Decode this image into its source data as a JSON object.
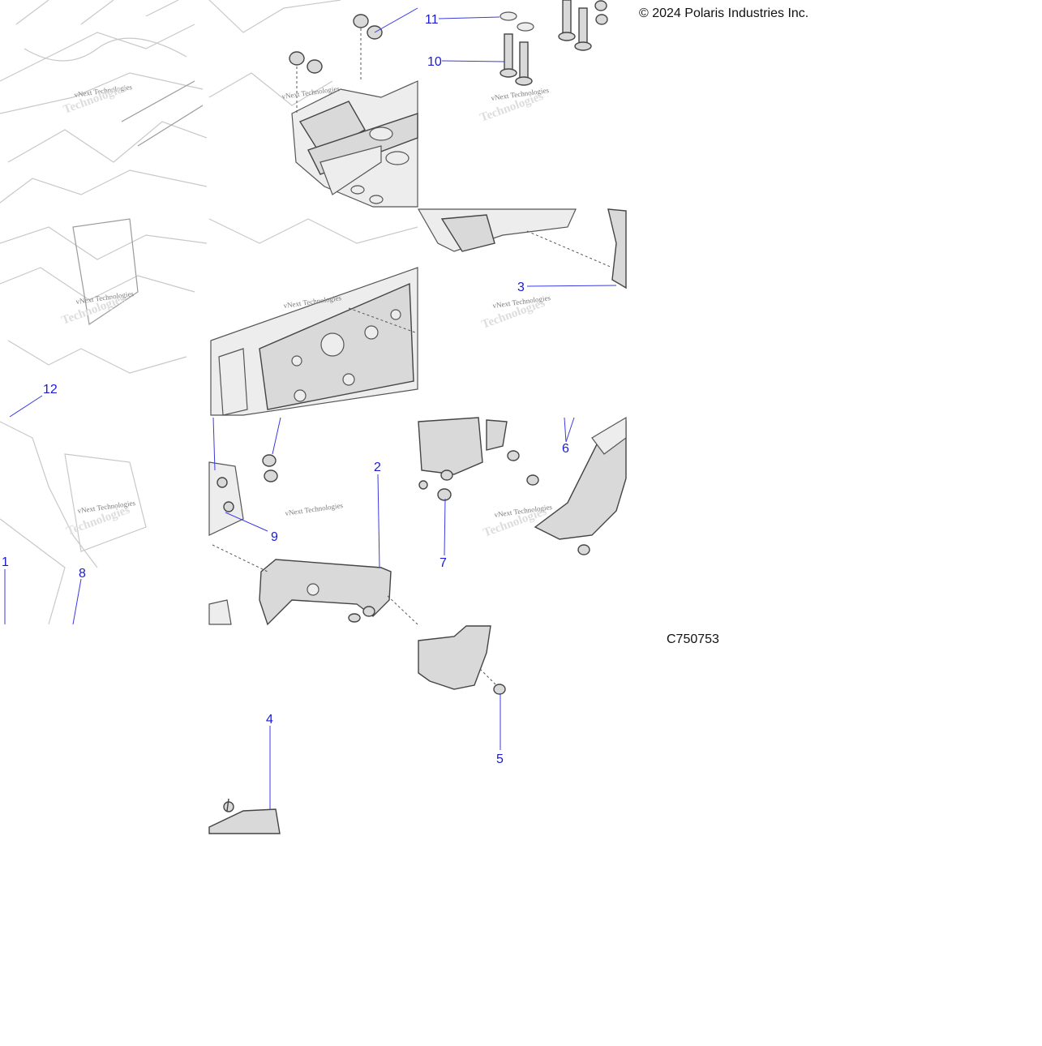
{
  "copyright": "© 2024 Polaris Industries Inc.",
  "figure_id": "C750753",
  "watermark": {
    "line1": "vNext Technologies",
    "line2": "Technologies"
  },
  "callouts": [
    {
      "id": "c1",
      "label": "1"
    },
    {
      "id": "c2",
      "label": "2"
    },
    {
      "id": "c3",
      "label": "3"
    },
    {
      "id": "c4",
      "label": "4"
    },
    {
      "id": "c5",
      "label": "5"
    },
    {
      "id": "c6",
      "label": "6"
    },
    {
      "id": "c7",
      "label": "7"
    },
    {
      "id": "c8",
      "label": "8"
    },
    {
      "id": "c9",
      "label": "9"
    },
    {
      "id": "c10",
      "label": "10"
    },
    {
      "id": "c11",
      "label": "11"
    },
    {
      "id": "c12",
      "label": "12"
    }
  ]
}
